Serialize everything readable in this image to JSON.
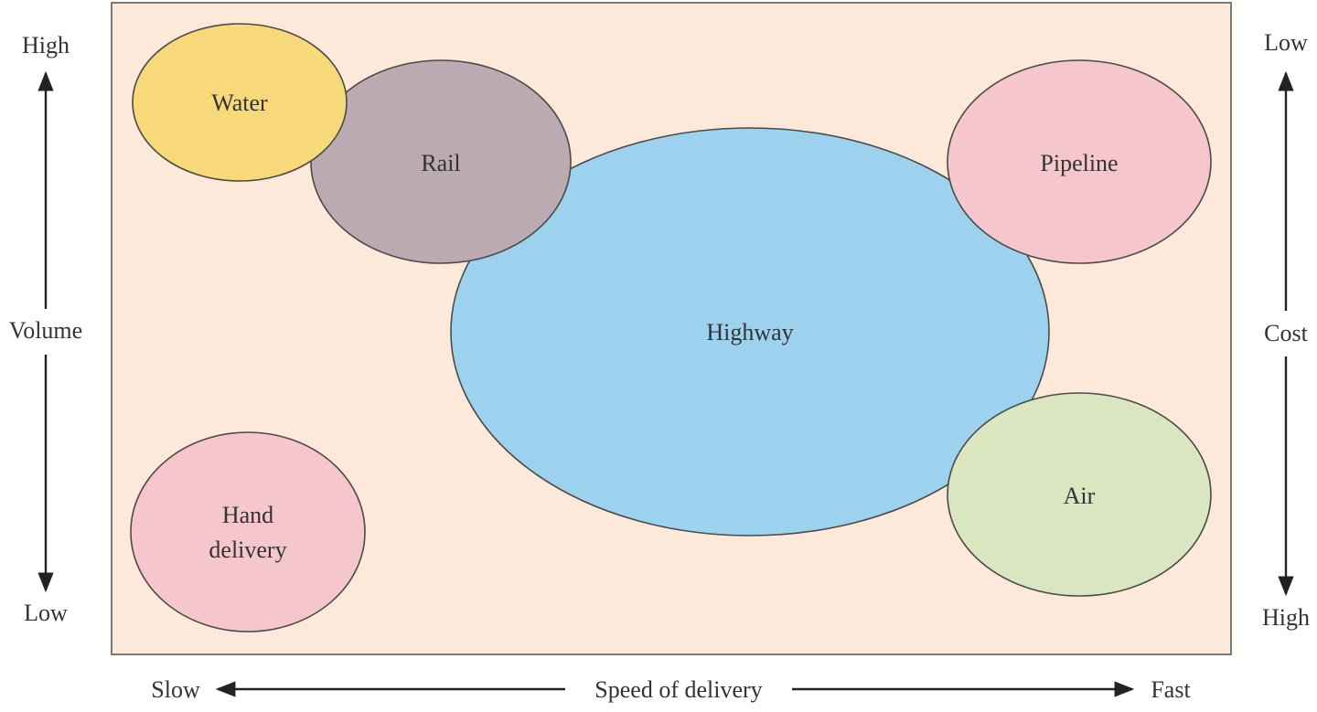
{
  "colors": {
    "panel_fill": "#fde9d9",
    "panel_stroke": "#7a7a7a",
    "water": "#f8d97a",
    "rail": "#bcaab2",
    "highway": "#9dd2ee",
    "pipeline": "#f6c6cd",
    "air": "#d9e6bf",
    "hand_delivery": "#f6c6cd",
    "ellipse_stroke": "#4a4a4a",
    "text": "#333333",
    "arrow": "#222222"
  },
  "modes": [
    {
      "id": "water",
      "lines": [
        "Water"
      ]
    },
    {
      "id": "rail",
      "lines": [
        "Rail"
      ]
    },
    {
      "id": "highway",
      "lines": [
        "Highway"
      ]
    },
    {
      "id": "pipeline",
      "lines": [
        "Pipeline"
      ]
    },
    {
      "id": "air",
      "lines": [
        "Air"
      ]
    },
    {
      "id": "hand_delivery",
      "lines": [
        "Hand",
        "delivery"
      ]
    }
  ],
  "axes": {
    "volume": {
      "label": "Volume",
      "top": "High",
      "bottom": "Low"
    },
    "cost": {
      "label": "Cost",
      "top": "Low",
      "bottom": "High"
    },
    "speed": {
      "label": "Speed of delivery",
      "left": "Slow",
      "right": "Fast"
    }
  }
}
